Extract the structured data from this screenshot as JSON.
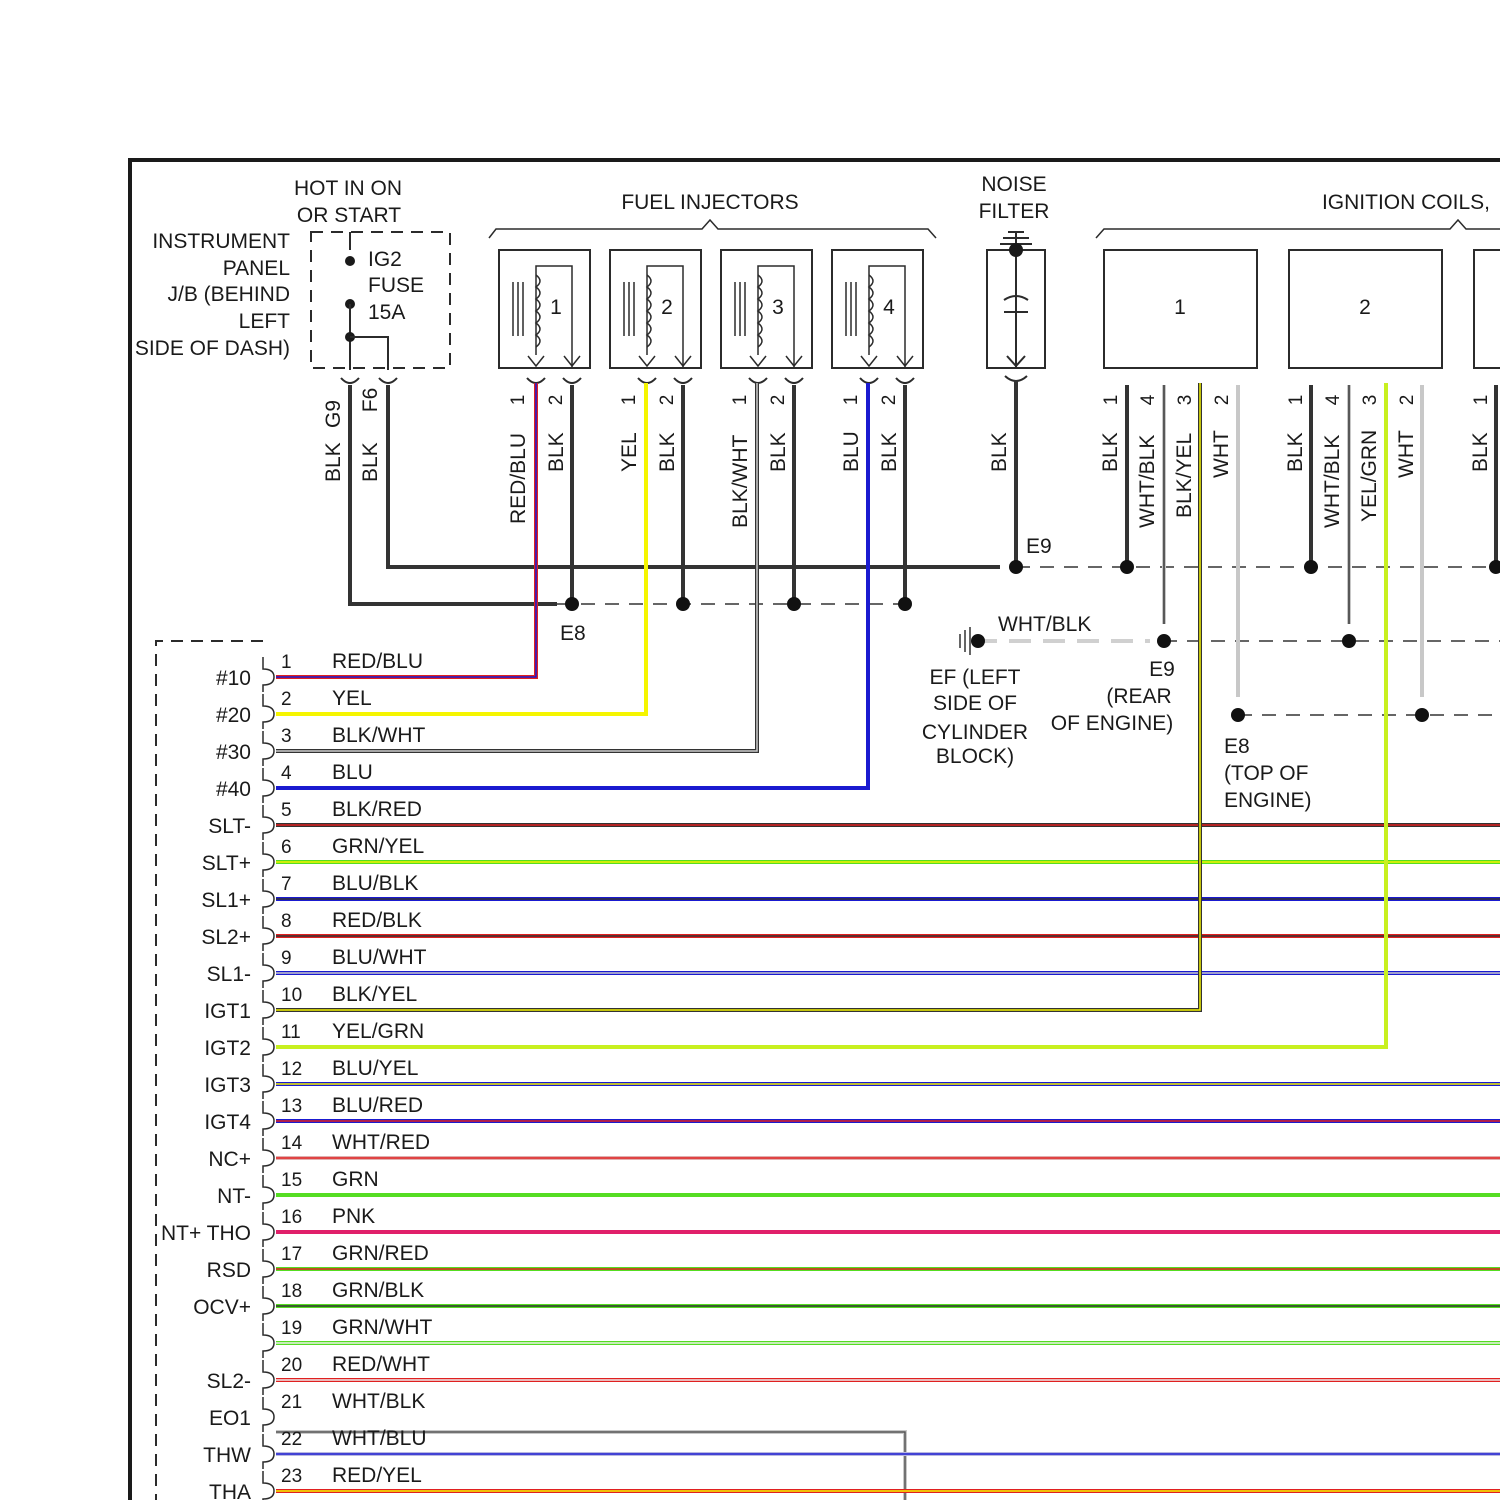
{
  "header_labels": {
    "hot_line1": "HOT IN ON",
    "hot_line2": "OR START",
    "jb_lines": [
      "INSTRUMENT",
      "PANEL",
      "J/B (BEHIND",
      "LEFT",
      "SIDE OF DASH)"
    ],
    "fuse_lines": [
      "IG2",
      "FUSE",
      "15A"
    ],
    "fuel_injectors": "FUEL INJECTORS",
    "noise_filter_line1": "NOISE",
    "noise_filter_line2": "FILTER",
    "ignition_coils": "IGNITION COILS,"
  },
  "jb_pins": [
    {
      "pin": "G9",
      "wire": "BLK"
    },
    {
      "pin": "F6",
      "wire": "BLK"
    }
  ],
  "injectors": [
    {
      "num": "1",
      "pins": [
        "1",
        "2"
      ],
      "wires": [
        "RED/BLU",
        "BLK"
      ]
    },
    {
      "num": "2",
      "pins": [
        "1",
        "2"
      ],
      "wires": [
        "YEL",
        "BLK"
      ]
    },
    {
      "num": "3",
      "pins": [
        "1",
        "2"
      ],
      "wires": [
        "BLK/WHT",
        "BLK"
      ]
    },
    {
      "num": "4",
      "pins": [
        "1",
        "2"
      ],
      "wires": [
        "BLU",
        "BLK"
      ]
    }
  ],
  "noise_filter_wire": "BLK",
  "coils": [
    {
      "num": "1",
      "pins": [
        "1",
        "4",
        "3",
        "2"
      ],
      "wires": [
        "BLK",
        "WHT/BLK",
        "BLK/YEL",
        "WHT"
      ]
    },
    {
      "num": "2",
      "pins": [
        "1",
        "4",
        "3",
        "2"
      ],
      "wires": [
        "BLK",
        "WHT/BLK",
        "YEL/GRN",
        "WHT"
      ]
    },
    {
      "num": "",
      "pins": [
        "1"
      ],
      "wires": [
        "BLK"
      ]
    }
  ],
  "grounds": {
    "e9_top": "E9",
    "e8_left": "E8",
    "wht_blk": "WHT/BLK",
    "ef_lines": [
      "EF (LEFT",
      "SIDE OF",
      "CYLINDER",
      "BLOCK)"
    ],
    "e9_lines": [
      "E9",
      "(REAR",
      "OF ENGINE)"
    ],
    "e8_lines": [
      "E8",
      "(TOP OF",
      "ENGINE)"
    ]
  },
  "ecm_pins": [
    {
      "num": "1",
      "wire": "RED/BLU",
      "signal": "#10"
    },
    {
      "num": "2",
      "wire": "YEL",
      "signal": "#20"
    },
    {
      "num": "3",
      "wire": "BLK/WHT",
      "signal": "#30"
    },
    {
      "num": "4",
      "wire": "BLU",
      "signal": "#40"
    },
    {
      "num": "5",
      "wire": "BLK/RED",
      "signal": "SLT-"
    },
    {
      "num": "6",
      "wire": "GRN/YEL",
      "signal": "SLT+"
    },
    {
      "num": "7",
      "wire": "BLU/BLK",
      "signal": "SL1+"
    },
    {
      "num": "8",
      "wire": "RED/BLK",
      "signal": "SL2+"
    },
    {
      "num": "9",
      "wire": "BLU/WHT",
      "signal": "SL1-"
    },
    {
      "num": "10",
      "wire": "BLK/YEL",
      "signal": "IGT1"
    },
    {
      "num": "11",
      "wire": "YEL/GRN",
      "signal": "IGT2"
    },
    {
      "num": "12",
      "wire": "BLU/YEL",
      "signal": "IGT3"
    },
    {
      "num": "13",
      "wire": "BLU/RED",
      "signal": "IGT4"
    },
    {
      "num": "14",
      "wire": "WHT/RED",
      "signal": "NC+"
    },
    {
      "num": "15",
      "wire": "GRN",
      "signal": "NT-"
    },
    {
      "num": "16",
      "wire": "PNK",
      "signal": "NT+ THO"
    },
    {
      "num": "17",
      "wire": "GRN/RED",
      "signal": "RSD"
    },
    {
      "num": "18",
      "wire": "GRN/BLK",
      "signal": "OCV+"
    },
    {
      "num": "19",
      "wire": "GRN/WHT",
      "signal": ""
    },
    {
      "num": "20",
      "wire": "RED/WHT",
      "signal": "SL2-"
    },
    {
      "num": "21",
      "wire": "WHT/BLK",
      "signal": "EO1"
    },
    {
      "num": "22",
      "wire": "WHT/BLU",
      "signal": "THW"
    },
    {
      "num": "23",
      "wire": "RED/YEL",
      "signal": "THA"
    }
  ],
  "wire_colors": {
    "BLK": "#333333",
    "RED": "#e02020",
    "BLU": "#1a1ad0",
    "YEL": "#f5f500",
    "GRN": "#55dd22",
    "WHT": "#c8c8c8",
    "PNK": "#e0206a",
    "YELGRN": "#c8f020"
  }
}
